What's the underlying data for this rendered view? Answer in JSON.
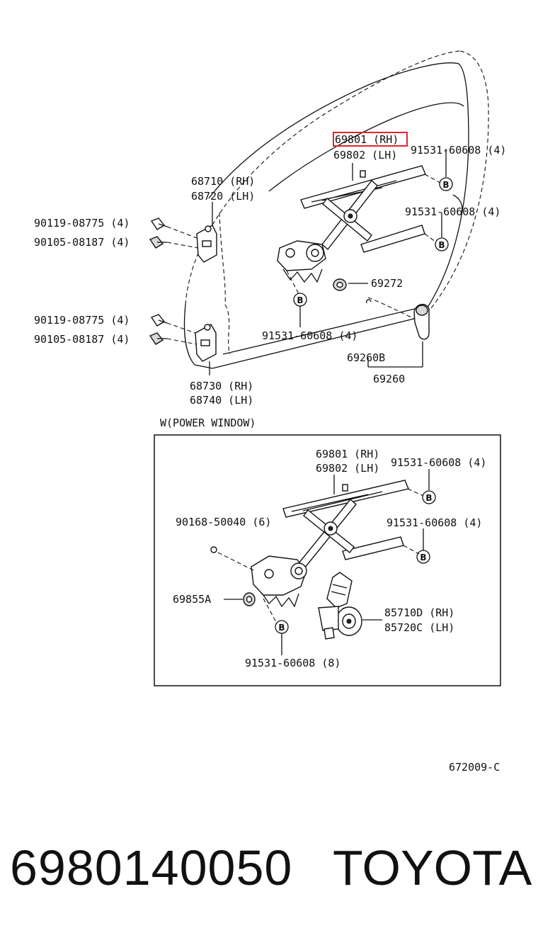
{
  "diagram": {
    "labels": {
      "regulator_rh": "69801 (RH)",
      "regulator_lh": "69802 (LH)",
      "bolt_top_right": "91531-60608 (4)",
      "bolt_mid_right": "91531-60608 (4)",
      "hinge_upper_rh": "68710 (RH)",
      "hinge_upper_lh": "68720 (LH)",
      "bolt_upper_a": "90119-08775 (4)",
      "bolt_upper_b": "90105-08187 (4)",
      "washer": "69272",
      "bolt_lower_a": "90119-08775 (4)",
      "bolt_lower_b": "90105-08187 (4)",
      "bolt_lower_center": "91531-60608 (4)",
      "handle_part": "69260B",
      "handle": "69260",
      "hinge_lower_rh": "68730 (RH)",
      "hinge_lower_lh": "68740 (LH)",
      "power_window_title": "W(POWER WINDOW)",
      "pw_regulator_rh": "69801 (RH)",
      "pw_regulator_lh": "69802 (LH)",
      "pw_bolt_top": "91531-60608 (4)",
      "pw_screw": "90168-50040 (6)",
      "pw_bolt_mid": "91531-60608 (4)",
      "pw_grommet": "69855A",
      "pw_motor_rh": "85710D (RH)",
      "pw_motor_lh": "85720C (LH)",
      "pw_bolt_bottom": "91531-60608 (8)",
      "figure_code": "672009-C",
      "b_marker": "B"
    },
    "highlight_color": "#e0252a"
  },
  "footer": {
    "part_number": "6980140050",
    "brand": "TOYOTA"
  }
}
